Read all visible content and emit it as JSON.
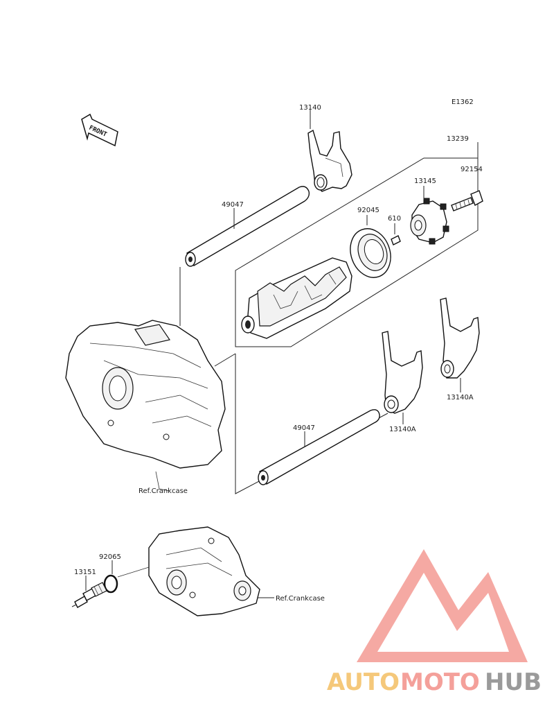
{
  "diagram_code": "E1362",
  "front_label": "FRONT",
  "parts": {
    "fork_top": "13140",
    "drum_assembly": "13239",
    "shaft_upper": "49047",
    "bolt": "92154",
    "holder": "13145",
    "bearing": "92045",
    "pin": "610",
    "fork_mid": "13140A",
    "fork_right": "13140A",
    "shaft_lower": "49047",
    "switch": "13151",
    "washer": "92065"
  },
  "refs": {
    "crankcase_upper": "Ref.Crankcase",
    "crankcase_lower": "Ref.Crankcase"
  },
  "watermark": {
    "auto": "AUTO",
    "moto": "MOTO",
    "hub": "HUB",
    "colors": {
      "auto": "#f5c87a",
      "moto": "#f4a09a",
      "hub": "#9a9a9a",
      "triangle": "#f4a09a"
    }
  }
}
